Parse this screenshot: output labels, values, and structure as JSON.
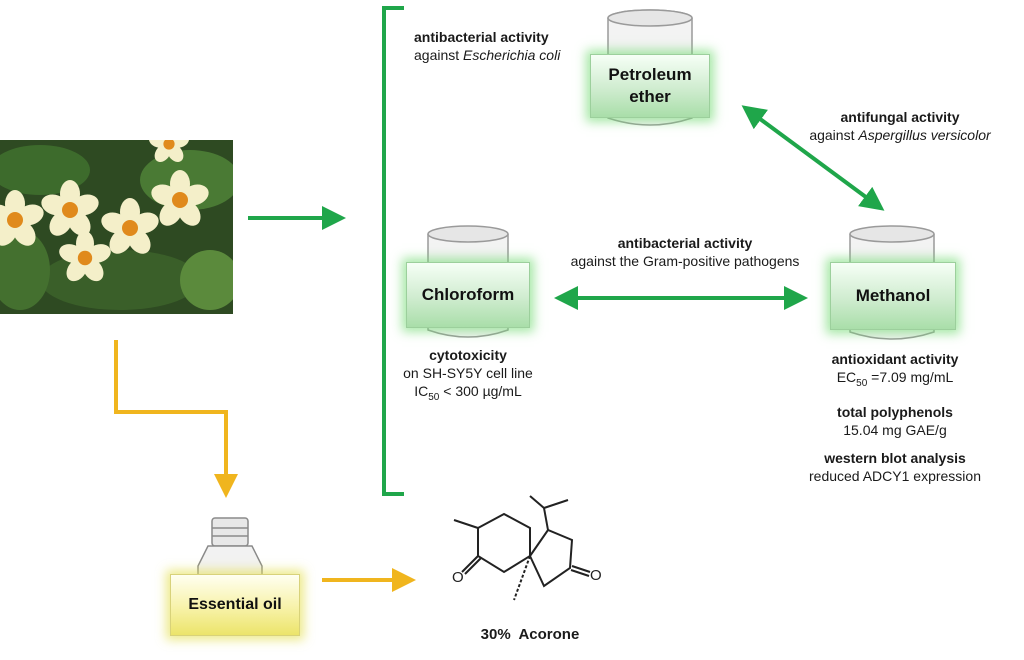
{
  "extracts": {
    "petroleum_ether": "Petroleum\nether",
    "chloroform": "Chloroform",
    "methanol": "Methanol",
    "essential_oil": "Essential oil"
  },
  "annotations": {
    "pe_activity_title": "antibacterial activity",
    "pe_activity_prefix": "against ",
    "pe_activity_organism": "Escherichia coli",
    "antifungal_title": "antifungal activity",
    "antifungal_prefix": "against ",
    "antifungal_organism": "Aspergillus versicolor",
    "gram_title": "antibacterial activity",
    "gram_detail": "against the Gram-positive pathogens",
    "cyto_title": "cytotoxicity",
    "cyto_line1": "on SH-SY5Y cell line",
    "cyto_line2_a": "IC",
    "cyto_line2_sub": "50",
    "cyto_line2_b": " < 300 µg/mL",
    "antiox_title": "antioxidant activity",
    "antiox_a": "EC",
    "antiox_sub": "50",
    "antiox_b": " =7.09 mg/mL",
    "poly_title": "total polyphenols",
    "poly_value": "15.04 mg GAE/g",
    "wb_title": "western blot analysis",
    "wb_value": "reduced ADCY1 expression",
    "acorone_label": "30%  Acorone"
  },
  "colors": {
    "green_arrow": "#1fa64a",
    "yellow_arrow": "#f0b51e",
    "glow_green": "#7fdc7f",
    "glow_yellow": "#ece46a"
  }
}
